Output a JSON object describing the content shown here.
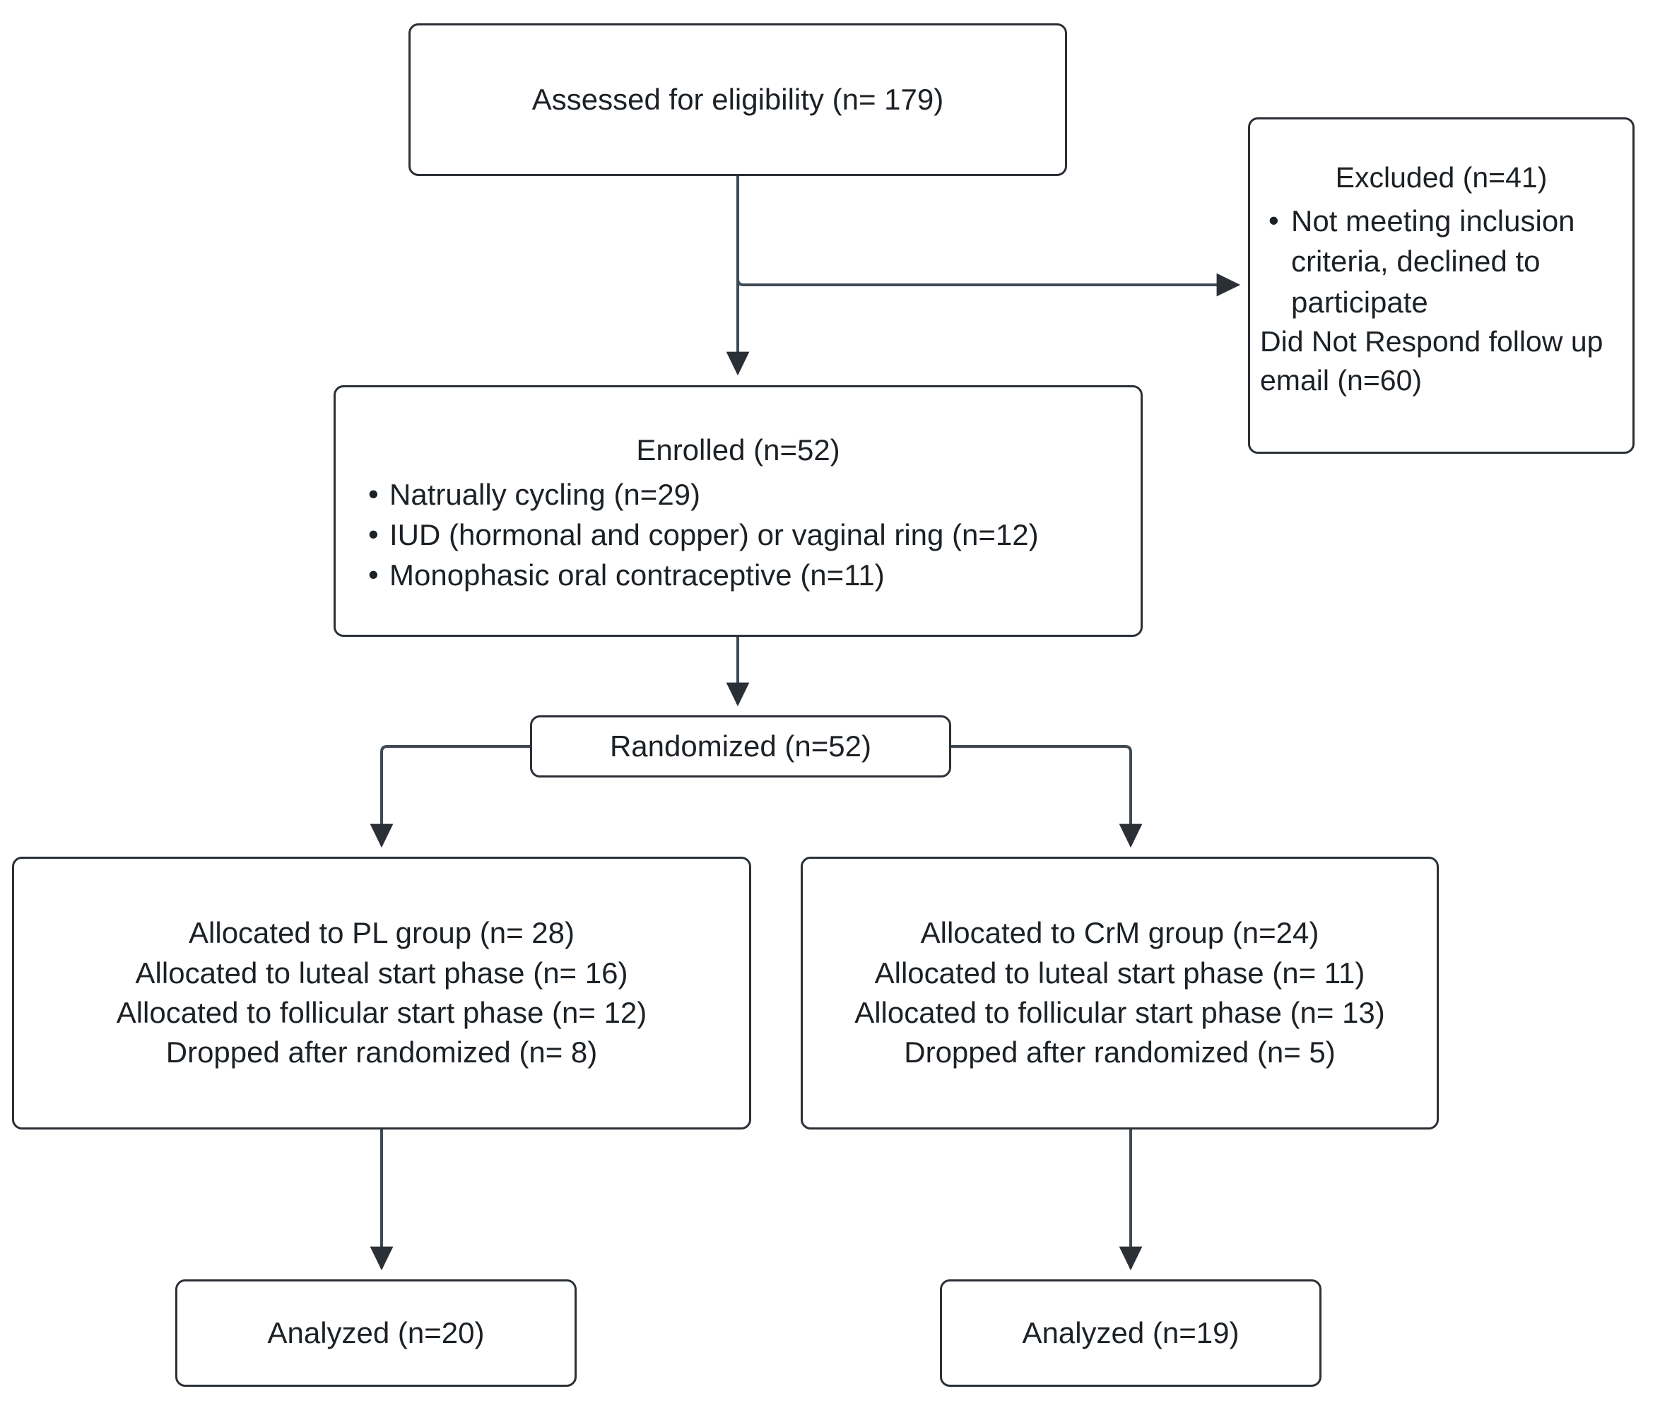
{
  "diagram": {
    "type": "consort-flow-diagram",
    "colors": {
      "box_border": "#2b3036",
      "box_fill": "#ffffff",
      "connector": "#3f4a55",
      "text": "#1c2126",
      "background": "#ffffff"
    },
    "nodes": {
      "assessed": {
        "id": "assessed-for-eligibility",
        "title": "Assessed for eligibility (n= 179)"
      },
      "excluded": {
        "id": "excluded",
        "title": "Excluded (n=41)",
        "bullets": [
          "Not meeting inclusion criteria, declined to participate"
        ],
        "extra_lines": [
          "Did Not Respond follow up email (n=60)"
        ]
      },
      "enrolled": {
        "id": "enrolled",
        "title": "Enrolled (n=52)",
        "bullets": [
          "Natrually cycling (n=29)",
          "IUD (hormonal and copper) or vaginal ring (n=12)",
          "Monophasic oral contraceptive (n=11)"
        ]
      },
      "randomized": {
        "id": "randomized",
        "title": "Randomized (n=52)"
      },
      "allocation_pl": {
        "id": "allocated-pl-group",
        "lines": [
          "Allocated to PL group (n= 28)",
          "Allocated to luteal start phase (n= 16)",
          "Allocated to follicular start phase (n= 12)",
          "Dropped after randomized (n= 8)"
        ]
      },
      "allocation_crm": {
        "id": "allocated-crm-group",
        "lines": [
          "Allocated to CrM group (n=24)",
          "Allocated to luteal start phase (n= 11)",
          "Allocated to follicular start phase (n= 13)",
          "Dropped after randomized (n= 5)"
        ]
      },
      "analyzed_pl": {
        "id": "analyzed-pl",
        "title": "Analyzed (n=20)"
      },
      "analyzed_crm": {
        "id": "analyzed-crm",
        "title": "Analyzed (n=19)"
      }
    },
    "edges": [
      {
        "from": "assessed",
        "to": "excluded",
        "style": "elbow-right-arrow"
      },
      {
        "from": "assessed",
        "to": "enrolled",
        "style": "straight-down-arrow"
      },
      {
        "from": "enrolled",
        "to": "randomized",
        "style": "straight-down-arrow"
      },
      {
        "from": "randomized",
        "to": "allocation_pl",
        "style": "elbow-left-down-arrow"
      },
      {
        "from": "randomized",
        "to": "allocation_crm",
        "style": "elbow-right-down-arrow"
      },
      {
        "from": "allocation_pl",
        "to": "analyzed_pl",
        "style": "straight-down-arrow"
      },
      {
        "from": "allocation_crm",
        "to": "analyzed_crm",
        "style": "straight-down-arrow"
      }
    ],
    "counts": {
      "assessed_for_eligibility": 179,
      "excluded": 41,
      "did_not_respond_follow_up_email": 60,
      "enrolled": 52,
      "naturally_cycling": 29,
      "iud_or_vaginal_ring": 12,
      "monophasic_oral_contraceptive": 11,
      "randomized": 52,
      "allocated_pl": 28,
      "allocated_pl_luteal_start": 16,
      "allocated_pl_follicular_start": 12,
      "dropped_pl": 8,
      "allocated_crm": 24,
      "allocated_crm_luteal_start": 11,
      "allocated_crm_follicular_start": 13,
      "dropped_crm": 5,
      "analyzed_pl": 20,
      "analyzed_crm": 19
    }
  }
}
